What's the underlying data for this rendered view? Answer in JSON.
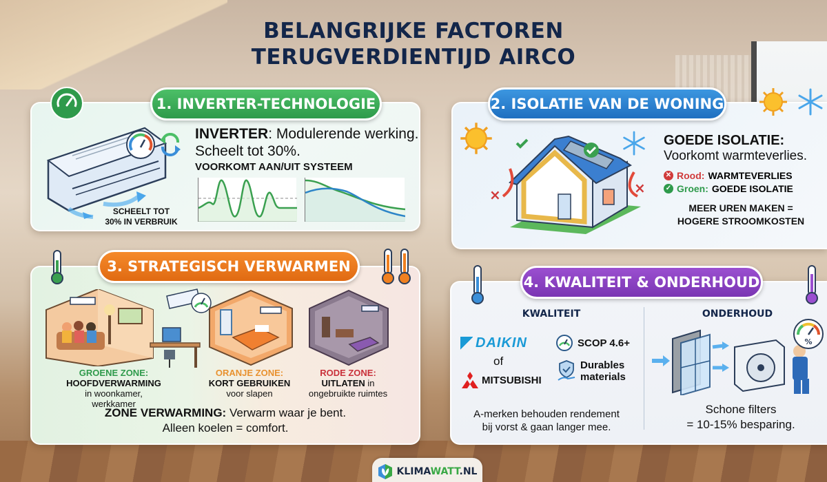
{
  "title": {
    "line1": "BELANGRIJKE FACTOREN",
    "line2": "TERUGVERDIENTIJD AIRCO"
  },
  "colors": {
    "title": "#13264a",
    "green": "#2e9a4b",
    "blue": "#1f6fc0",
    "orange": "#e06a12",
    "purple": "#7a35b3",
    "red": "#d03a3a"
  },
  "sections": {
    "inverter": {
      "pill": "1. INVERTER-TECHNOLOGIE",
      "lead_bold": "INVERTER",
      "lead_rest": ": Modulerende werking.",
      "line2": "Scheelt tot 30%.",
      "line3": "VOORKOMT AAN/UIT SYSTEEM",
      "caption_line1": "SCHEELT TOT",
      "caption_line2": "30% IN VERBRUIK",
      "icons": [
        "speedometer-badge-icon",
        "air-conditioner-icon",
        "gauge-icon",
        "cycle-arrows-icon"
      ]
    },
    "isolatie": {
      "pill": "2. ISOLATIE VAN DE WONING",
      "head": "GOEDE ISOLATIE:",
      "sub": "Voorkomt warmteverlies.",
      "legend": [
        {
          "label": "Rood:",
          "value": "WARMTEVERLIES",
          "icon": "x-circle-icon",
          "color": "#d03a3a"
        },
        {
          "label": "Groen:",
          "value": "GOEDE ISOLATIE",
          "icon": "check-circle-icon",
          "color": "#2e9a4b"
        }
      ],
      "foot_line1": "MEER UREN MAKEN =",
      "foot_line2": "HOGERE STROOMKOSTEN"
    },
    "verwarmen": {
      "pill": "3. STRATEGISCH VERWARMEN",
      "zones": [
        {
          "title": "GROENE ZONE:",
          "main": "HOOFDVERWARMING",
          "sub": "in woonkamer, werkkamer",
          "color": "#2e9a4b"
        },
        {
          "title": "ORANJE ZONE:",
          "main": "KORT GEBRUIKEN",
          "sub": "voor slapen",
          "color": "#e8912f"
        },
        {
          "title": "RODE ZONE:",
          "main": "UITLATEN",
          "main_rest": " in",
          "sub": "ongebruikte ruimtes",
          "color": "#c9303a"
        }
      ],
      "foot_bold": "ZONE VERWARMING:",
      "foot_rest": " Verwarm waar je bent.",
      "foot_line2": "Alleen koelen = comfort."
    },
    "kwaliteit": {
      "pill": "4. KWALITEIT & ONDERHOUD",
      "col1_head": "KWALITEIT",
      "brand1": "DAIKIN",
      "of": "of",
      "brand2": "MITSUBISHI",
      "scop": "SCOP 4.6+",
      "durable_line1": "Durables",
      "durable_line2": "materials",
      "col1_foot_line1": "A-merken behouden rendement",
      "col1_foot_line2": "bij vorst & gaan langer mee.",
      "col2_head": "ONDERHOUD",
      "col2_foot_line1": "Schone filters",
      "col2_foot_line2": "= 10-15% besparing.",
      "gauge_label": "%"
    }
  },
  "chart_data": [
    {
      "type": "line",
      "title": "",
      "description": "On/off system: oscillating consumption around a dashed average line",
      "series": [
        {
          "name": "aan/uit",
          "values": [
            0.35,
            0.45,
            0.4,
            0.95,
            0.1,
            0.95,
            0.1,
            0.7,
            0.3,
            0.3,
            0.3
          ]
        }
      ],
      "reference_line": 0.55,
      "xlabel": "",
      "ylabel": ""
    },
    {
      "type": "line",
      "title": "",
      "description": "Inverter: smooth decreasing curves",
      "series": [
        {
          "name": "green",
          "values": [
            0.9,
            0.85,
            0.65,
            0.45,
            0.3,
            0.22,
            0.18
          ]
        },
        {
          "name": "blue",
          "values": [
            0.6,
            0.7,
            0.7,
            0.5,
            0.25,
            0.12,
            0.1
          ]
        }
      ],
      "xlabel": "",
      "ylabel": ""
    }
  ],
  "footer": {
    "logo_main": "KLIMA",
    "logo_accent": "WATT",
    "logo_tld": ".NL"
  }
}
